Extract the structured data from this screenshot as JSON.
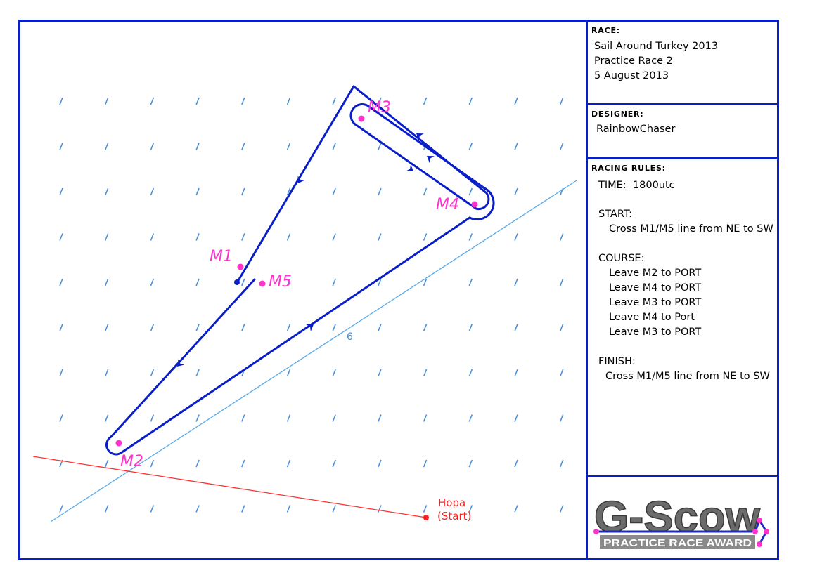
{
  "race": {
    "heading": "RACE:",
    "lines": [
      "Sail Around Turkey 2013",
      "Practice Race 2",
      "5 August 2013"
    ]
  },
  "designer": {
    "heading": "DESIGNER:",
    "name": "RainbowChaser"
  },
  "racing_rules": {
    "heading": "RACING RULES:",
    "time": "TIME:  1800utc",
    "start_label": "START:",
    "start_text": "Cross M1/M5 line from NE to SW",
    "course_label": "COURSE:",
    "course_legs": [
      "Leave M2 to PORT",
      "Leave M4 to PORT",
      "Leave M3 to PORT",
      "Leave M4 to Port",
      "Leave M3 to PORT"
    ],
    "finish_label": "FINISH:",
    "finish_text": "Cross M1/M5 line from NE to SW"
  },
  "map": {
    "marks": [
      "M1",
      "M2",
      "M3",
      "M4",
      "M5"
    ],
    "start_place": "Hopa",
    "start_place_note": "(Start)",
    "contour_label": "6"
  },
  "logo": {
    "title": "G-Scow",
    "subtitle": "PRACTICE RACE AWARD"
  },
  "colors": {
    "frame": "#0a1ec8",
    "course": "#0a1ec8",
    "marks": "#ff33cc",
    "contour": "#5aaae6",
    "start_line": "#ff3030"
  }
}
